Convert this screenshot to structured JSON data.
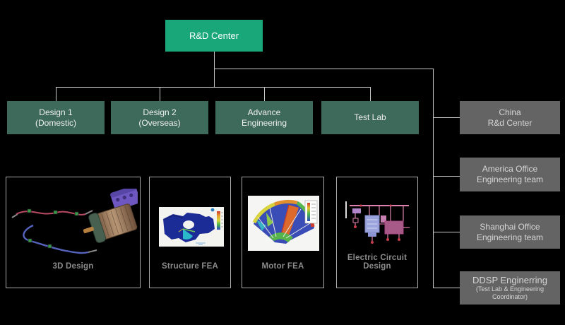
{
  "root": {
    "label": "R&D Center"
  },
  "departments": [
    {
      "label": "Design 1\n(Domestic)"
    },
    {
      "label": "Design 2\n(Overseas)"
    },
    {
      "label": "Advance\nEngineering"
    },
    {
      "label": "Test Lab"
    }
  ],
  "offices": [
    {
      "label": "China\nR&d Center"
    },
    {
      "label": "America Office\nEngineering team"
    },
    {
      "label": "Shanghai Office\nEngineering team"
    },
    {
      "label": "DDSP Enginerring",
      "sub": "(Test Lab & Engineering\nCoordinator)"
    }
  ],
  "gallery": [
    {
      "caption": "3D Design",
      "image": "3d-cad-motor-with-cables"
    },
    {
      "caption": "Structure FEA",
      "image": "structure-fea-simulation"
    },
    {
      "caption": "Motor FEA",
      "image": "motor-fea-simulation"
    },
    {
      "caption": "Electric Circuit Design",
      "image": "electric-circuit-schematic"
    }
  ],
  "colors": {
    "background": "#000000",
    "root_box": "#19a679",
    "department_box": "#3e6a5b",
    "office_box": "#646464",
    "connector_line": "#c9c9c9",
    "frame_border": "#a8a8a8",
    "caption_text": "#8d8d8d"
  }
}
